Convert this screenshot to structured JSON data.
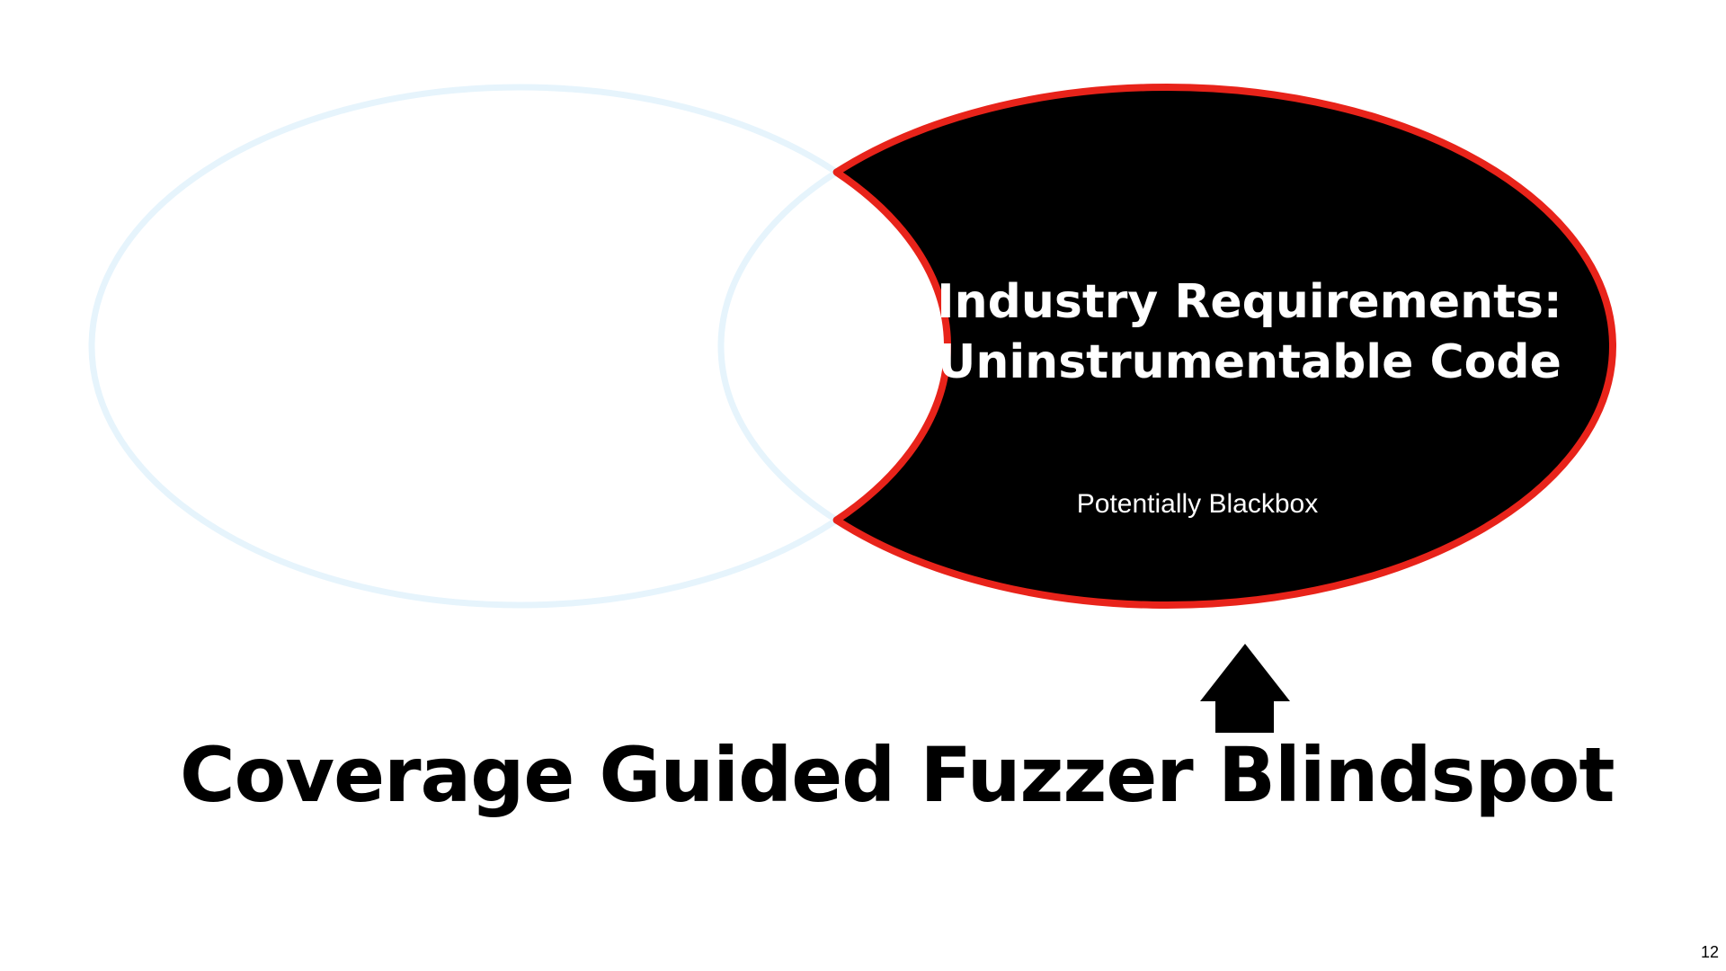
{
  "diagram": {
    "region": {
      "title_line1": "Industry Requirements:",
      "title_line2": "Uninstrumentable Code",
      "subtitle": "Potentially Blackbox"
    },
    "colors": {
      "left_ellipse_outline": "#e6f4fc",
      "highlight_fill": "#000000",
      "highlight_outline": "#e8231a",
      "arrow": "#000000"
    }
  },
  "caption": "Coverage Guided Fuzzer Blindspot",
  "page_number": "12"
}
